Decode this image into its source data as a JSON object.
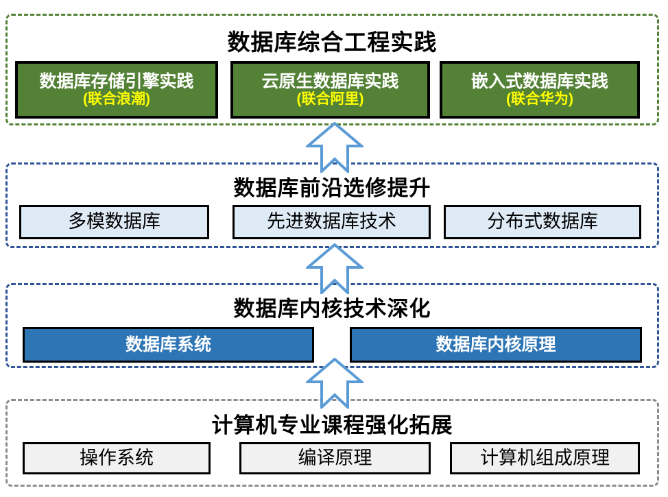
{
  "diagram": {
    "type": "stacked-curriculum-flow",
    "direction": "bottom-up",
    "arrows": {
      "count": 3,
      "stroke_color": "#5B9BD5",
      "fill_color": "#FFFFFF"
    },
    "tiers": [
      {
        "title": "数据库综合工程实践",
        "border_color": "#538135",
        "box_fill": "#538135",
        "label_color": "#FFFFFF",
        "partner_color": "#FFFF00",
        "boxes": [
          {
            "label": "数据库存储引擎实践",
            "partner": "(联合浪潮)"
          },
          {
            "label": "云原生数据库实践",
            "partner": "(联合阿里)"
          },
          {
            "label": "嵌入式数据库实践",
            "partner": "(联合华为)"
          }
        ]
      },
      {
        "title": "数据库前沿选修提升",
        "border_color": "#2F5597",
        "box_fill": "#DEEAF6",
        "label_color": "#000000",
        "boxes": [
          {
            "label": "多模数据库"
          },
          {
            "label": "先进数据库技术"
          },
          {
            "label": "分布式数据库"
          }
        ]
      },
      {
        "title": "数据库内核技术深化",
        "border_color": "#2F5597",
        "box_fill": "#2E75B6",
        "label_color": "#FFFFFF",
        "boxes": [
          {
            "label": "数据库系统"
          },
          {
            "label": "数据库内核原理"
          }
        ]
      },
      {
        "title": "计算机专业课程强化拓展",
        "border_color": "#8C8C8C",
        "box_fill": "#F1F1F1",
        "label_color": "#000000",
        "boxes": [
          {
            "label": "操作系统"
          },
          {
            "label": "编译原理"
          },
          {
            "label": "计算机组成原理"
          }
        ]
      }
    ]
  }
}
